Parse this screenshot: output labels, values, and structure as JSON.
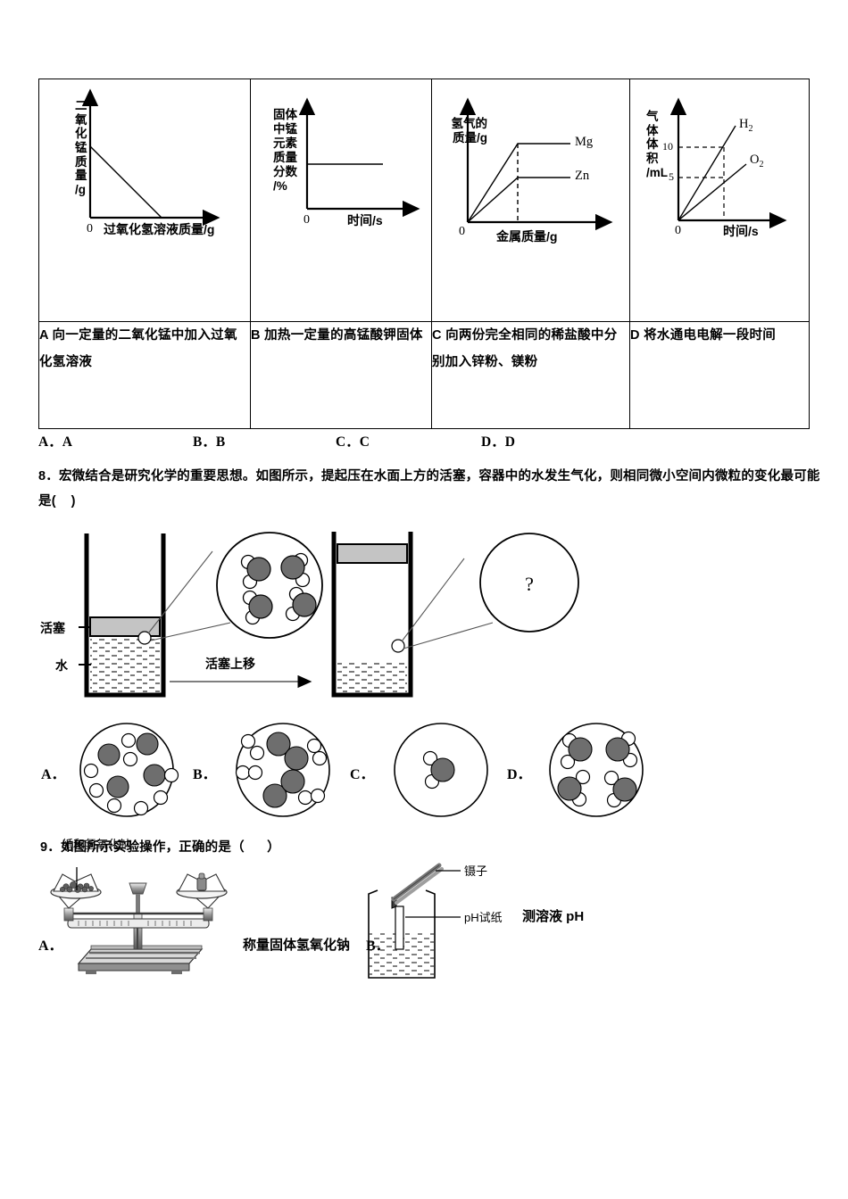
{
  "table": {
    "columns": [
      {
        "id": "A",
        "description": "A 向一定量的二氧化锰中加入过氧化氢溶液",
        "chart_ref": 0
      },
      {
        "id": "B",
        "description": "B 加热一定量的高锰酸钾固体",
        "chart_ref": 1
      },
      {
        "id": "C",
        "description": "C 向两份完全相同的稀盐酸中分别加入锌粉、镁粉",
        "chart_ref": 2
      },
      {
        "id": "D",
        "description": "D 将水通电电解一段时间",
        "chart_ref": 3
      }
    ]
  },
  "chart_data": [
    {
      "type": "line",
      "title": "A",
      "ylabel": "二氧化锰质量/g",
      "xlabel": "过氧化氢溶液质量/g",
      "origin_label": "0",
      "grid": false,
      "legend": [],
      "series": [
        {
          "name": "二氧化锰质量",
          "x": [
            0,
            1
          ],
          "y": [
            0.78,
            0.0
          ]
        }
      ],
      "note": "从纵轴上某一正值线性下降至横轴"
    },
    {
      "type": "line",
      "title": "B",
      "ylabel": "固体中锰元素质量分数/%",
      "xlabel": "时间/s",
      "origin_label": "0",
      "grid": false,
      "legend": [],
      "series": [
        {
          "name": "固体中锰元素质量分数",
          "x": [
            0,
            1
          ],
          "y": [
            0.5,
            0.5
          ]
        }
      ],
      "note": "保持水平不变的直线"
    },
    {
      "type": "line",
      "title": "C",
      "ylabel": "氢气的质量/g",
      "xlabel": "金属质量/g",
      "origin_label": "0",
      "grid": false,
      "legend": [
        "Mg",
        "Zn"
      ],
      "series": [
        {
          "name": "Mg",
          "x": [
            0,
            0.45,
            1
          ],
          "y": [
            0,
            0.82,
            0.82
          ]
        },
        {
          "name": "Zn",
          "x": [
            0,
            0.45,
            1
          ],
          "y": [
            0,
            0.47,
            0.47
          ]
        }
      ],
      "note": "两条折线先上升后水平，Mg 高于 Zn，拐点横坐标相同（虚线）"
    },
    {
      "type": "line",
      "title": "D",
      "ylabel": "气体体积/mL",
      "xlabel": "时间/s",
      "origin_label": "0",
      "grid": false,
      "yticks": [
        "10",
        "5"
      ],
      "ylim": [
        0,
        13
      ],
      "legend": [
        "H₂",
        "O₂"
      ],
      "series": [
        {
          "name": "H2",
          "label": "H₂",
          "x": [
            0,
            1
          ],
          "y": [
            0,
            12.5
          ]
        },
        {
          "name": "O2",
          "label": "O₂",
          "x": [
            0,
            1
          ],
          "y": [
            0,
            6.2
          ]
        }
      ],
      "note": "同一时刻虚线处 H₂ 为 10 mL，O₂ 为 5 mL，体积比 2:1"
    }
  ],
  "answers_row7": [
    {
      "label": "A．A"
    },
    {
      "label": "B．B"
    },
    {
      "label": "C．C"
    },
    {
      "label": "D．D"
    }
  ],
  "question8": {
    "text": "8．宏微结合是研究化学的重要思想。如图所示，提起压在水面上方的活塞，容器中的水发生气化，则相同微小空间内微粒的变化最可能是(    )",
    "figure": {
      "piston_label": "活塞",
      "water_label": "水",
      "arrow_label": "活塞上移",
      "magnified_before": "4 个水分子",
      "magnified_after": "?"
    },
    "options": [
      {
        "letter": "A．",
        "content": "氧原子与氢原子分散存在"
      },
      {
        "letter": "B．",
        "content": "氧分子与氢分子"
      },
      {
        "letter": "C．",
        "content": "单个水分子"
      },
      {
        "letter": "D．",
        "content": "4 个水分子间隔变大"
      }
    ]
  },
  "question9": {
    "text": "9．如图所示实验操作，正确的是（      ）",
    "optionA": {
      "letter": "A．",
      "top_label": "纸和氢氧化钠",
      "caption": "称量固体氢氧化钠"
    },
    "optionB": {
      "letter": "B．",
      "tweezer_label": "镊子",
      "paper_label": "pH试纸",
      "caption": "测溶液 pH"
    }
  },
  "colors": {
    "ink": "#000000",
    "atom_oxygen": "#6e6e6e",
    "atom_hydrogen": "#ffffff",
    "piston_fill": "#c0c0c0",
    "water_hatch": "#555555"
  }
}
